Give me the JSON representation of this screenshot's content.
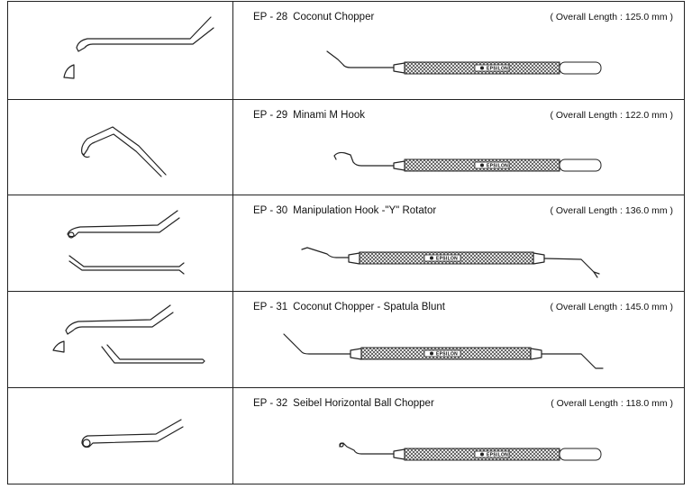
{
  "brand": "EPSILON",
  "instruments": [
    {
      "code": "EP - 28",
      "name": "Coconut Chopper",
      "length": "( Overall Length : 125.0 mm )"
    },
    {
      "code": "EP - 29",
      "name": "Minami M Hook",
      "length": "( Overall Length : 122.0 mm )"
    },
    {
      "code": "EP - 30",
      "name": "Manipulation Hook -\"Y\" Rotator",
      "length": "( Overall Length : 136.0 mm )"
    },
    {
      "code": "EP - 31",
      "name": "Coconut Chopper - Spatula Blunt",
      "length": "( Overall Length : 145.0 mm )"
    },
    {
      "code": "EP - 32",
      "name": "Seibel Horizontal Ball Chopper",
      "length": "( Overall Length : 118.0 mm )"
    }
  ]
}
